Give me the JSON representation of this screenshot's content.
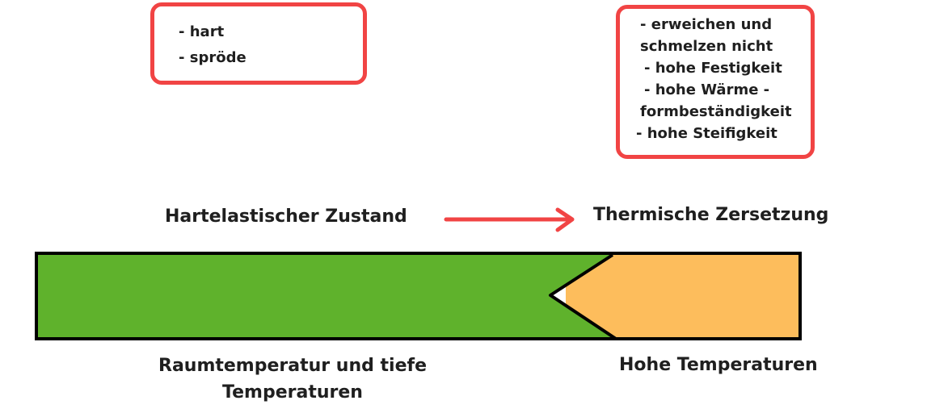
{
  "boxes": {
    "low": {
      "lines": [
        "- hart",
        "- spröde"
      ],
      "border_color": "#f14444"
    },
    "high": {
      "lines": [
        "- erweichen und",
        "schmelzen nicht",
        "- hohe Festigkeit",
        "- hohe Wärme -",
        "formbeständigkeit",
        "- hohe Steifigkeit"
      ],
      "border_color": "#f14444"
    }
  },
  "transition": {
    "from_state": "Hartelastischer Zustand",
    "to_state": "Thermische Zersetzung",
    "arrow_color": "#f14444",
    "icon": "arrow-right-icon"
  },
  "temperature_bar": {
    "low_label_line1": "Raumtemperatur und tiefe",
    "low_label_line2": "Temperaturen",
    "high_label": "Hohe Temperaturen",
    "low_color": "#5fb22c",
    "high_color": "#fdbd5c",
    "outline_color": "#000000"
  }
}
